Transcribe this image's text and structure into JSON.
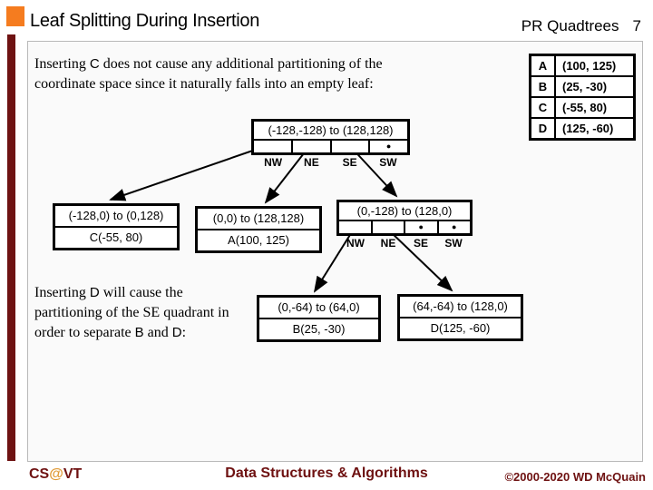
{
  "header": {
    "title": "Leaf Splitting During Insertion",
    "course_label": "PR Quadtrees",
    "page_number": "7"
  },
  "intro": {
    "segments": [
      {
        "t": "Inserting "
      },
      {
        "t": "C",
        "var": true
      },
      {
        "t": " does not cause any additional partitioning of the coordinate space since it naturally falls into an empty leaf:"
      }
    ]
  },
  "note": {
    "segments": [
      {
        "t": "Inserting "
      },
      {
        "t": "D",
        "var": true
      },
      {
        "t": " will cause the partitioning of the SE quadrant in order to separate "
      },
      {
        "t": "B",
        "var": true
      },
      {
        "t": " and "
      },
      {
        "t": "D",
        "var": true
      },
      {
        "t": ":"
      }
    ]
  },
  "points_table": {
    "rows": [
      {
        "label": "A",
        "value": "(100, 125)"
      },
      {
        "label": "B",
        "value": "(25, -30)"
      },
      {
        "label": "C",
        "value": "(-55, 80)"
      },
      {
        "label": "D",
        "value": "(125, -60)"
      }
    ]
  },
  "tree": {
    "root": {
      "region": "(-128,-128) to (128,128)",
      "cells": [
        "",
        "",
        "",
        "●"
      ],
      "labels": [
        "NW",
        "NE",
        "SE",
        "SW"
      ]
    },
    "nw_leaf": {
      "region": "(-128,0) to (0,128)",
      "point": "C(-55, 80)"
    },
    "ne_leaf": {
      "region": "(0,0) to (128,128)",
      "point": "A(100, 125)"
    },
    "se_node": {
      "region": "(0,-128) to (128,0)",
      "cells": [
        "",
        "",
        "●",
        "●"
      ],
      "labels": [
        "NW",
        "NE",
        "SE",
        "SW"
      ]
    },
    "se_nw_leaf": {
      "region": "(0,-64) to (64,0)",
      "point": "B(25, -30)"
    },
    "se_ne_leaf": {
      "region": "(64,-64) to (128,0)",
      "point": "D(125, -60)"
    }
  },
  "footer": {
    "cs": "CS",
    "at": "@",
    "vt": "VT",
    "center": "Data Structures & Algorithms",
    "copyright": "©2000-2020 WD McQuain"
  },
  "colors": {
    "accent_orange": "#F57C1F",
    "maroon": "#6E1212",
    "footer_text": "#6E1111"
  }
}
